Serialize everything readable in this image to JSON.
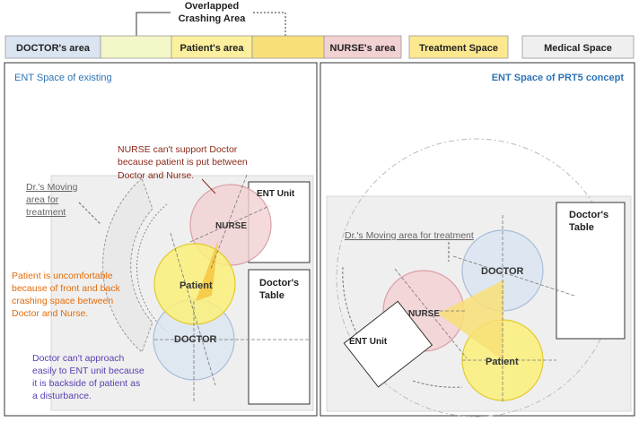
{
  "legend": {
    "overlap_title_line1": "Overlapped",
    "overlap_title_line2": "Crashing Area",
    "items": [
      {
        "label": "DOCTOR's area",
        "color": "#dbe5f1"
      },
      {
        "label": "",
        "color": "#f3f6c6"
      },
      {
        "label": "Patient's area",
        "color": "#fcef9d"
      },
      {
        "label": "",
        "color": "#f8df77"
      },
      {
        "label": "NURSE's area",
        "color": "#f2d1d3"
      },
      {
        "label": "Treatment Space",
        "color": "#fce98f"
      },
      {
        "label": "Medical Space",
        "color": "#efefef"
      }
    ]
  },
  "left_panel": {
    "title": "ENT Space  of existing",
    "nurse_note_line1": "NURSE  can't  support  Doctor",
    "nurse_note_line2": "because  patient  is  put between",
    "nurse_note_line3": "Doctor and Nurse.",
    "moving_line1": "Dr.'s Moving",
    "moving_line2": "area for",
    "moving_line3": "treatment",
    "patient_note_line1": "Patient  is  uncomfortable",
    "patient_note_line2": "because of front and back",
    "patient_note_line3": "crashing  space  between",
    "patient_note_line4": "Doctor and Nurse.",
    "doctor_note_line1": "Doctor  can't  approach",
    "doctor_note_line2": "easily to ENT unit because",
    "doctor_note_line3": "it is backside of patient as",
    "doctor_note_line4": "a disturbance.",
    "ent_unit": "ENT Unit",
    "doctors_table_line1": "Doctor's",
    "doctors_table_line2": "Table",
    "nurse": "NURSE",
    "patient": "Patient",
    "doctor": "DOCTOR"
  },
  "right_panel": {
    "title": "ENT Space of PRT5 concept",
    "moving": "Dr.'s Moving area for treatment",
    "doctors_table_line1": "Doctor's",
    "doctors_table_line2": "Table",
    "doctor": "DOCTOR",
    "nurse": "NURSE",
    "patient": "Patient",
    "ent_unit": "ENT Unit"
  },
  "colors": {
    "doctor": "#dbe5f1",
    "patient": "#faf07a",
    "nurse": "#f2d1d3",
    "treatment": "#fce98f",
    "medical": "#efefef",
    "note_red": "#8b2a1a",
    "note_orange": "#e36c09",
    "note_purple": "#5b3fb0",
    "title_blue": "#2e74b5"
  }
}
